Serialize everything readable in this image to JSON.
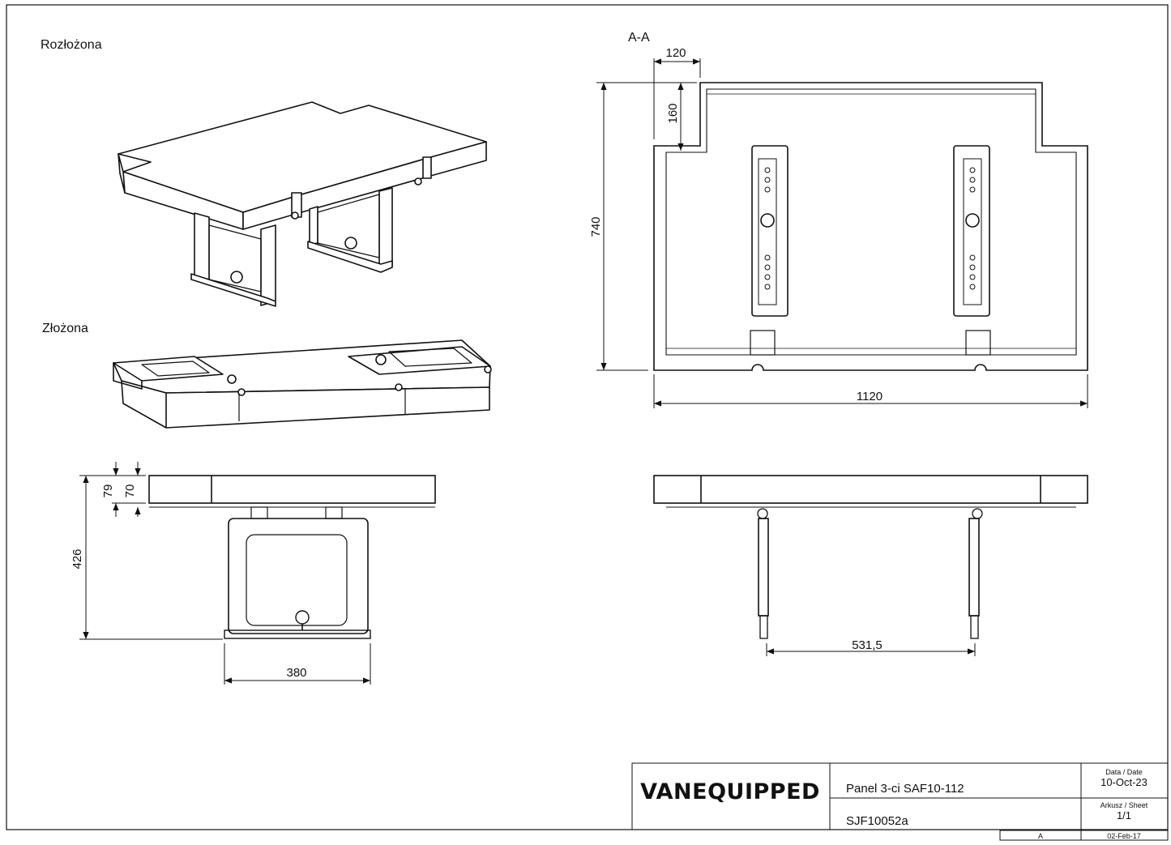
{
  "views": {
    "unfolded_label": "Rozłożona",
    "folded_label": "Złożona",
    "section_label": "A-A"
  },
  "dimensions": {
    "top_notch_width": "120",
    "top_notch_depth": "160",
    "overall_depth": "740",
    "overall_width": "1120",
    "top_thickness": "79",
    "board_thickness": "70",
    "overall_height": "426",
    "leg_frame_width": "380",
    "leg_spacing": "531,5"
  },
  "title_block": {
    "company": "VANEQUIPPED",
    "description": "Panel 3-ci SAF10-112",
    "drawing_number": "SJF10052a",
    "date_label": "Data / Date",
    "date_value": "10-Oct-23",
    "sheet_label": "Arkusz / Sheet",
    "sheet_value": "1/1",
    "revision": "A",
    "revision_date": "02-Feb-17"
  }
}
